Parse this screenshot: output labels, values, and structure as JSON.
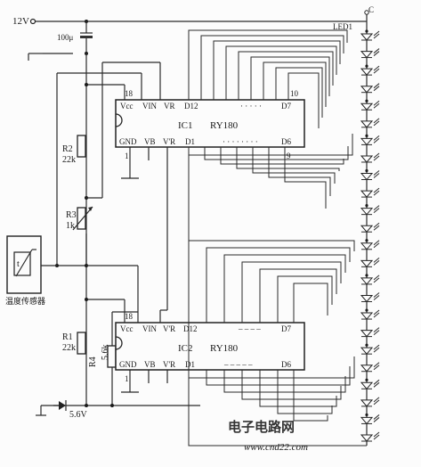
{
  "supply": {
    "label": "12V"
  },
  "capacitor": {
    "label": "100μ"
  },
  "resistors": {
    "r2": {
      "name": "R2",
      "value": "22k"
    },
    "r3": {
      "name": "R3",
      "value": "1k"
    },
    "r1": {
      "name": "R1",
      "value": "22k"
    },
    "r4": {
      "name": "R4",
      "value": "5.6k"
    }
  },
  "zener": {
    "label": "5.6V"
  },
  "sensor": {
    "symbol": "t",
    "label": "温度传感器"
  },
  "led": {
    "label": "LED1",
    "common": "C"
  },
  "ic1": {
    "name": "IC1",
    "part": "RY180",
    "pin_vcc": "Vcc",
    "pin_vin": "VIN",
    "pin_vr": "VR",
    "pin_d12": "D12",
    "pin_d7": "D7",
    "pin_gnd": "GND",
    "pin_vb": "VB",
    "pin_vr2": "V'R",
    "pin_d1": "D1",
    "pin_d6": "D6",
    "num_18": "18",
    "num_10": "10",
    "num_1": "1",
    "num_9": "9",
    "dots_top": "· · · · ·",
    "dots_bot": "· · · · · · · ·"
  },
  "ic2": {
    "name": "IC2",
    "part": "RY180",
    "pin_vcc": "Vcc",
    "pin_vin": "VIN",
    "pin_vr": "V'R",
    "pin_d12": "D12",
    "pin_d7": "D7",
    "pin_gnd": "GND",
    "pin_vb": "VB",
    "pin_vr2": "V'R",
    "pin_d1": "D1",
    "pin_d6": "D6",
    "num_18": "18",
    "num_1": "1",
    "dots_top": "– – – –",
    "dots_bot": "– – – – –"
  },
  "watermark": {
    "title": "电子电路网",
    "url": "www.cnd22.com"
  }
}
